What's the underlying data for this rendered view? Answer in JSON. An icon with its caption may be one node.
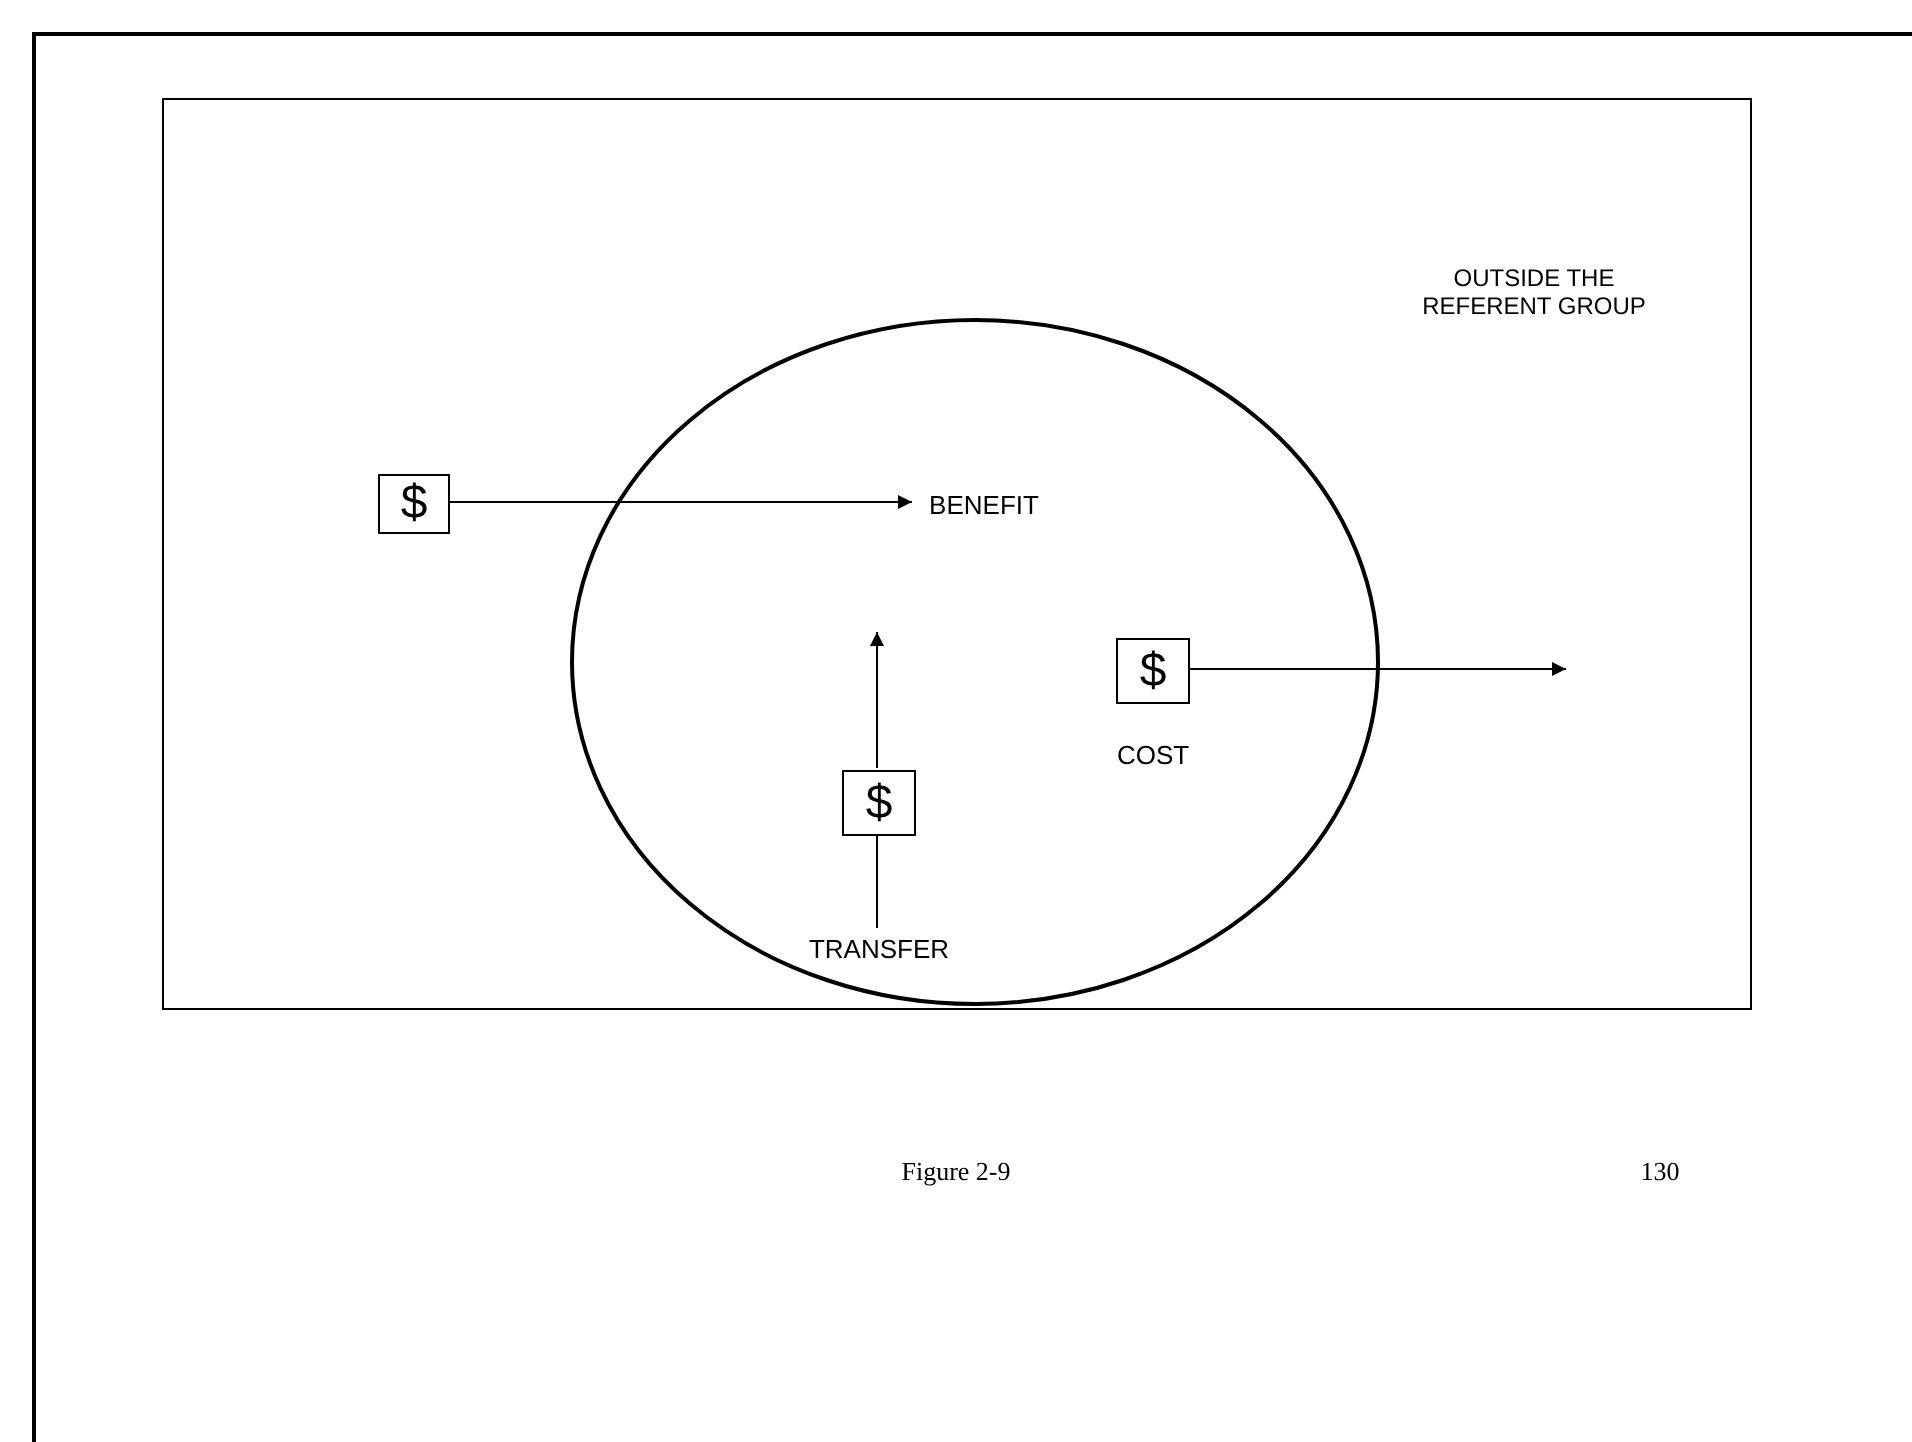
{
  "diagram": {
    "caption": "Figure 2-9",
    "nodes": [
      {
        "text": [
          "OUTSIDE THE REFERENT GROUP"
        ]
      },
      {
        "text": [],
        "shape": "circle",
        "in": 0
      },
      {
        "text": [
          "$"
        ],
        "in": 0
      },
      {
        "text": [
          "BENEFIT"
        ],
        "in": 1
      },
      {
        "text": [
          "$"
        ],
        "in": 1,
        "beside": [
          "COST"
        ]
      },
      {
        "text": [
          "$"
        ],
        "in": 1
      },
      {
        "text": [
          "TRANSFER"
        ],
        "in": 1
      }
    ],
    "edges": [
      {
        "from": 2,
        "to": 3,
        "arrow": "to"
      },
      {
        "from": 4,
        "to": null,
        "arrow": "to"
      },
      {
        "from": 5,
        "to": null,
        "arrow": "to"
      },
      {
        "from": 6,
        "to": 5,
        "arrow": "none"
      }
    ],
    "labels": [
      "130"
    ]
  }
}
